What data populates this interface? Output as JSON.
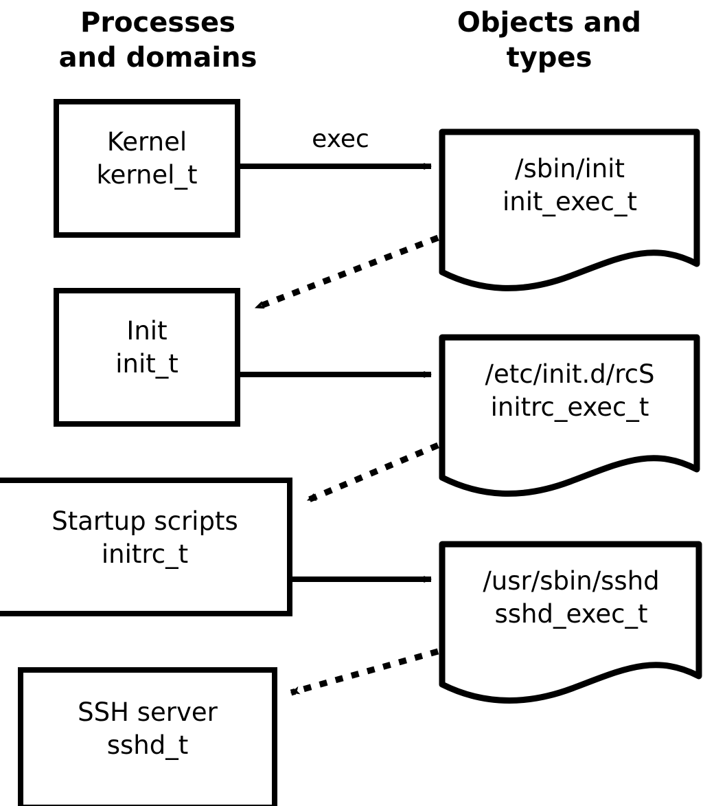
{
  "diagram": {
    "title_left": "Processes\nand domains",
    "title_right": "Objects and\ntypes",
    "colors": {
      "stroke": "#000000",
      "fill": "#ffffff",
      "text": "#000000"
    }
  },
  "process_nodes": [
    {
      "id": "kernel",
      "name": "Kernel",
      "type": "kernel_t",
      "label": "Kernel\nkernel_t"
    },
    {
      "id": "init",
      "name": "Init",
      "type": "init_t",
      "label": "Init\ninit_t"
    },
    {
      "id": "initrc",
      "name": "Startup scripts",
      "type": "initrc_t",
      "label": "Startup scripts\ninitrc_t"
    },
    {
      "id": "sshd",
      "name": "SSH server",
      "type": "sshd_t",
      "label": "SSH server\nsshd_t"
    }
  ],
  "object_nodes": [
    {
      "id": "init_exec",
      "path": "/sbin/init",
      "type": "init_exec_t",
      "label": "/sbin/init\ninit_exec_t"
    },
    {
      "id": "initrc_exec",
      "path": "/etc/init.d/rcS",
      "type": "initrc_exec_t",
      "label": "/etc/init.d/rcS\ninitrc_exec_t"
    },
    {
      "id": "sshd_exec",
      "path": "/usr/sbin/sshd",
      "type": "sshd_exec_t",
      "label": "/usr/sbin/sshd\nsshd_exec_t"
    }
  ],
  "edges": [
    {
      "id": "e1",
      "from": "kernel",
      "to": "init_exec",
      "style": "solid",
      "label": "exec"
    },
    {
      "id": "e2",
      "from": "init_exec",
      "to": "init",
      "style": "dotted",
      "label": ""
    },
    {
      "id": "e3",
      "from": "init",
      "to": "initrc_exec",
      "style": "solid",
      "label": ""
    },
    {
      "id": "e4",
      "from": "initrc_exec",
      "to": "initrc",
      "style": "dotted",
      "label": ""
    },
    {
      "id": "e5",
      "from": "initrc",
      "to": "sshd_exec",
      "style": "solid",
      "label": ""
    },
    {
      "id": "e6",
      "from": "sshd_exec",
      "to": "sshd",
      "style": "dotted",
      "label": ""
    }
  ]
}
